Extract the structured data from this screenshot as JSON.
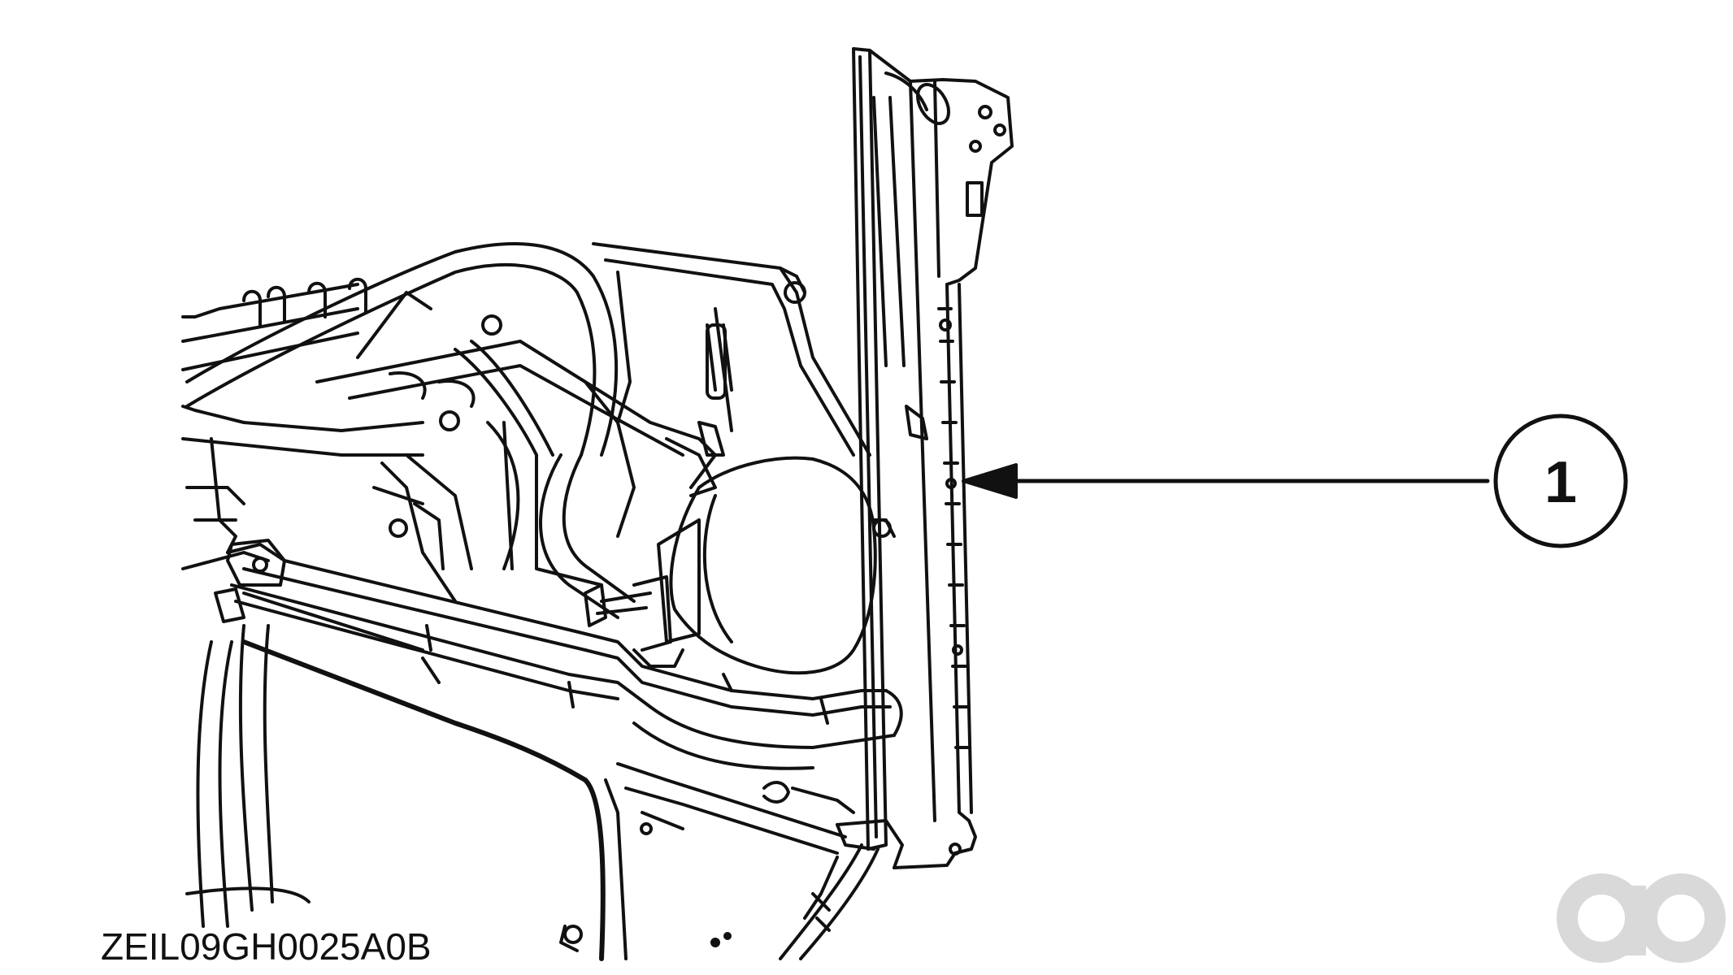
{
  "diagram": {
    "figure_code": "ZEIL09GH0025A0B",
    "callouts": [
      {
        "number": "1"
      }
    ],
    "watermark_logo": "ao",
    "colors": {
      "line": "#111111",
      "background": "#ffffff",
      "watermark": "#d9d9d9"
    }
  }
}
